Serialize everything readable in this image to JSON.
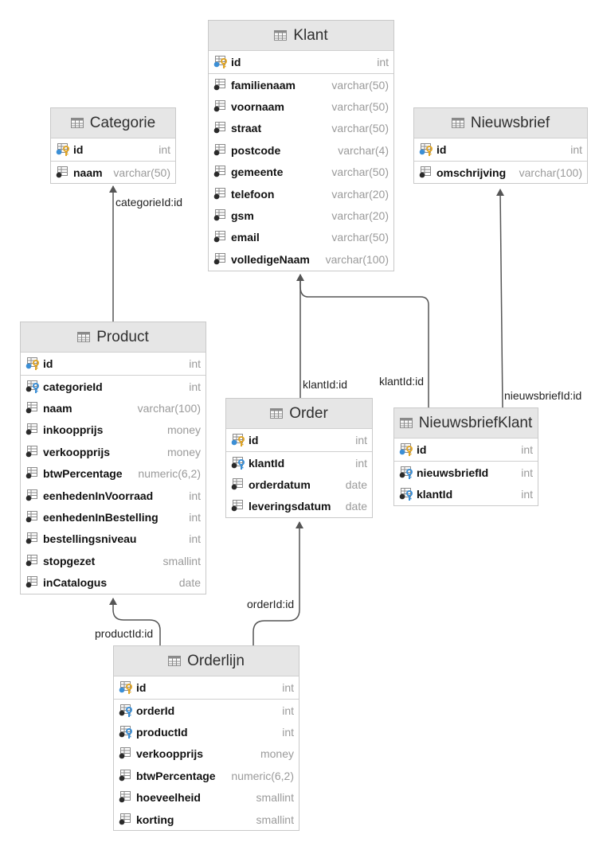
{
  "tables": {
    "klant": {
      "title": "Klant",
      "columns": [
        {
          "name": "id",
          "type": "int",
          "key": "pk"
        },
        {
          "name": "familienaam",
          "type": "varchar(50)",
          "key": "none"
        },
        {
          "name": "voornaam",
          "type": "varchar(50)",
          "key": "none"
        },
        {
          "name": "straat",
          "type": "varchar(50)",
          "key": "none"
        },
        {
          "name": "postcode",
          "type": "varchar(4)",
          "key": "none"
        },
        {
          "name": "gemeente",
          "type": "varchar(50)",
          "key": "none"
        },
        {
          "name": "telefoon",
          "type": "varchar(20)",
          "key": "none"
        },
        {
          "name": "gsm",
          "type": "varchar(20)",
          "key": "none"
        },
        {
          "name": "email",
          "type": "varchar(50)",
          "key": "none"
        },
        {
          "name": "volledigeNaam",
          "type": "varchar(100)",
          "key": "none"
        }
      ]
    },
    "categorie": {
      "title": "Categorie",
      "columns": [
        {
          "name": "id",
          "type": "int",
          "key": "pk"
        },
        {
          "name": "naam",
          "type": "varchar(50)",
          "key": "none"
        }
      ]
    },
    "nieuwsbrief": {
      "title": "Nieuwsbrief",
      "columns": [
        {
          "name": "id",
          "type": "int",
          "key": "pk"
        },
        {
          "name": "omschrijving",
          "type": "varchar(100)",
          "key": "none"
        }
      ]
    },
    "product": {
      "title": "Product",
      "columns": [
        {
          "name": "id",
          "type": "int",
          "key": "pk"
        },
        {
          "name": "categorieId",
          "type": "int",
          "key": "fk"
        },
        {
          "name": "naam",
          "type": "varchar(100)",
          "key": "none"
        },
        {
          "name": "inkoopprijs",
          "type": "money",
          "key": "none"
        },
        {
          "name": "verkoopprijs",
          "type": "money",
          "key": "none"
        },
        {
          "name": "btwPercentage",
          "type": "numeric(6,2)",
          "key": "none"
        },
        {
          "name": "eenhedenInVoorraad",
          "type": "int",
          "key": "none"
        },
        {
          "name": "eenhedenInBestelling",
          "type": "int",
          "key": "none"
        },
        {
          "name": "bestellingsniveau",
          "type": "int",
          "key": "none"
        },
        {
          "name": "stopgezet",
          "type": "smallint",
          "key": "none"
        },
        {
          "name": "inCatalogus",
          "type": "date",
          "key": "none"
        }
      ]
    },
    "order": {
      "title": "Order",
      "columns": [
        {
          "name": "id",
          "type": "int",
          "key": "pk"
        },
        {
          "name": "klantId",
          "type": "int",
          "key": "fk"
        },
        {
          "name": "orderdatum",
          "type": "date",
          "key": "none"
        },
        {
          "name": "leveringsdatum",
          "type": "date",
          "key": "none"
        }
      ]
    },
    "nieuwsbriefklant": {
      "title": "NieuwsbriefKlant",
      "columns": [
        {
          "name": "id",
          "type": "int",
          "key": "pk"
        },
        {
          "name": "nieuwsbriefId",
          "type": "int",
          "key": "fk"
        },
        {
          "name": "klantId",
          "type": "int",
          "key": "fk"
        }
      ]
    },
    "orderlijn": {
      "title": "Orderlijn",
      "columns": [
        {
          "name": "id",
          "type": "int",
          "key": "pk"
        },
        {
          "name": "orderId",
          "type": "int",
          "key": "fk"
        },
        {
          "name": "productId",
          "type": "int",
          "key": "fk"
        },
        {
          "name": "verkoopprijs",
          "type": "money",
          "key": "none"
        },
        {
          "name": "btwPercentage",
          "type": "numeric(6,2)",
          "key": "none"
        },
        {
          "name": "hoeveelheid",
          "type": "smallint",
          "key": "none"
        },
        {
          "name": "korting",
          "type": "smallint",
          "key": "none"
        }
      ]
    }
  },
  "relations": [
    {
      "id": "categorie",
      "label": "categorieId:id"
    },
    {
      "id": "order-klant",
      "label": "klantId:id"
    },
    {
      "id": "nbk-klant",
      "label": "klantId:id"
    },
    {
      "id": "nbk-nieuwsbrief",
      "label": "nieuwsbriefId:id"
    },
    {
      "id": "orderlijn-order",
      "label": "orderId:id"
    },
    {
      "id": "orderlijn-product",
      "label": "productId:id"
    }
  ],
  "colors": {
    "header_bg": "#e6e6e6",
    "border": "#c9c9c9",
    "pk_key": "#e0a526",
    "fk_key": "#3b8fd6",
    "edge": "#555555"
  }
}
